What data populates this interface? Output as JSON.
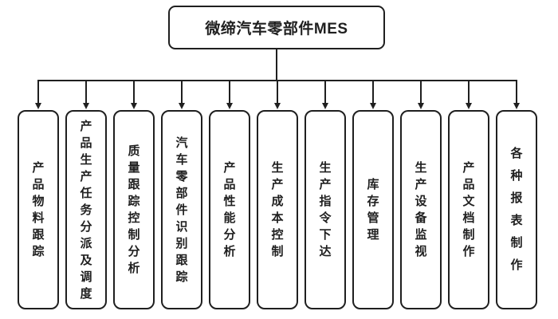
{
  "diagram": {
    "type": "hierarchy-diagram",
    "root": {
      "label": "微缔汽车零部件MES"
    },
    "modules": [
      {
        "label": "产品物料跟踪"
      },
      {
        "label": "产品生产任务分派及调度"
      },
      {
        "label": "质量跟踪控制分析"
      },
      {
        "label": "汽车零部件识别跟踪"
      },
      {
        "label": "产品性能分析"
      },
      {
        "label": "生产成本控制"
      },
      {
        "label": "生产指令下达"
      },
      {
        "label": "库存管理"
      },
      {
        "label": "生产设备监视"
      },
      {
        "label": "产品文档制作"
      },
      {
        "label": "各种报表制作"
      }
    ],
    "icons": {
      "connector_arrow": "arrow-down"
    },
    "colors": {
      "line": "#1f1f1f",
      "background": "#ffffff",
      "text": "#1f1f1f"
    }
  }
}
